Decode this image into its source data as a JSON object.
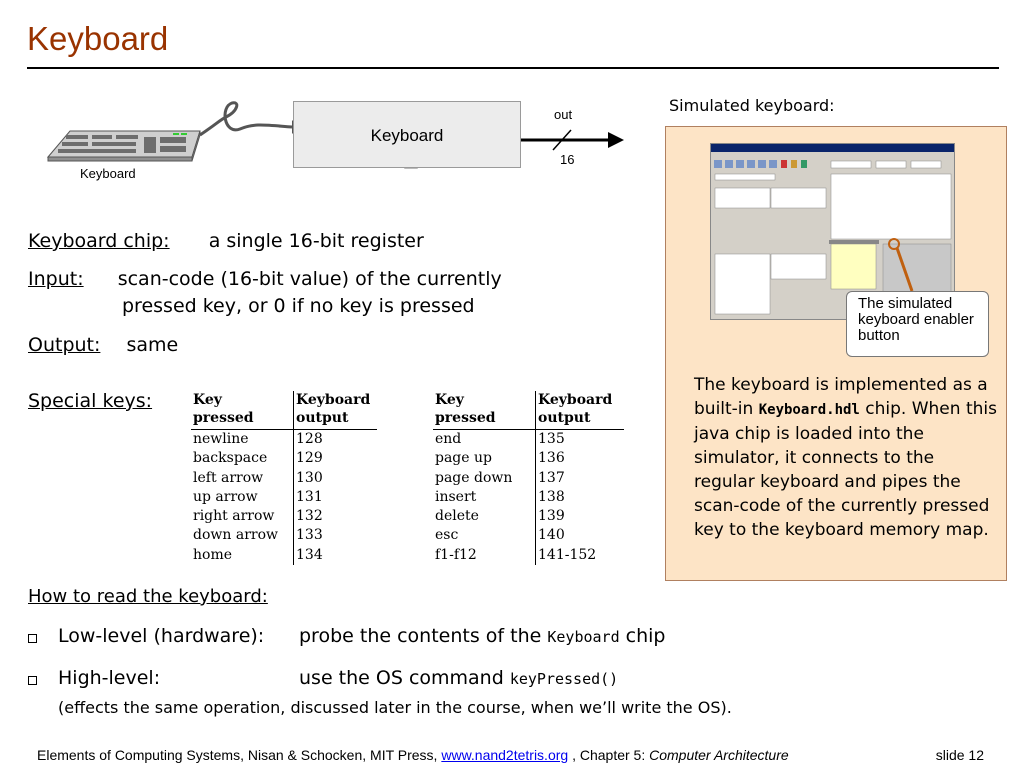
{
  "slide": {
    "title": "Keyboard",
    "number_label": "slide 12"
  },
  "diagram": {
    "device_label": "Keyboard",
    "chip_label": "Keyboard",
    "out_label": "out",
    "bus_width": "16"
  },
  "chip_info": {
    "chip_label": "Keyboard chip:",
    "chip_value": "a single 16-bit register",
    "input_label": "Input:",
    "input_line1": "scan-code (16-bit value) of the currently",
    "input_line2": "pressed key,  or 0 if no key is pressed",
    "output_label": "Output:",
    "output_value": "same",
    "special_keys_label": "Special keys:"
  },
  "special_keys": {
    "headers": [
      "Key pressed",
      "Keyboard output"
    ],
    "left": [
      [
        "newline",
        "128"
      ],
      [
        "backspace",
        "129"
      ],
      [
        "left arrow",
        "130"
      ],
      [
        "up arrow",
        "131"
      ],
      [
        "right arrow",
        "132"
      ],
      [
        "down arrow",
        "133"
      ],
      [
        "home",
        "134"
      ]
    ],
    "right": [
      [
        "end",
        "135"
      ],
      [
        "page up",
        "136"
      ],
      [
        "page down",
        "137"
      ],
      [
        "insert",
        "138"
      ],
      [
        "delete",
        "139"
      ],
      [
        "esc",
        "140"
      ],
      [
        "f1-f12",
        "141-152"
      ]
    ]
  },
  "simulated": {
    "heading": "Simulated keyboard:",
    "callout": "The simulated keyboard enabler button",
    "text_1": "The keyboard is implemented as a built-in ",
    "text_code": "Keyboard.hdl",
    "text_2": " chip. When this java chip is loaded into the simulator, it connects to the regular keyboard and pipes the scan-code of the currently pressed key to the keyboard memory map."
  },
  "how_to": {
    "heading": "How to read the keyboard:",
    "low_label": "Low-level (hardware):",
    "low_text": "probe the contents of  the ",
    "low_code": "Keyboard",
    "low_suffix": " chip",
    "high_label": "High-level:",
    "high_text": "use the OS command ",
    "high_code": "keyPressed()",
    "note": "(effects the same operation, discussed later in the course, when we’ll write the OS)."
  },
  "footer": {
    "text_1": "Elements of Computing Systems, Nisan & Schocken, MIT Press, ",
    "link": "www.nand2tetris.org",
    "text_2": " , Chapter 5: ",
    "chapter": "Computer Architecture"
  },
  "colors": {
    "title": "#993300",
    "panel": "#fde4c6",
    "callout_line": "#c06010"
  }
}
